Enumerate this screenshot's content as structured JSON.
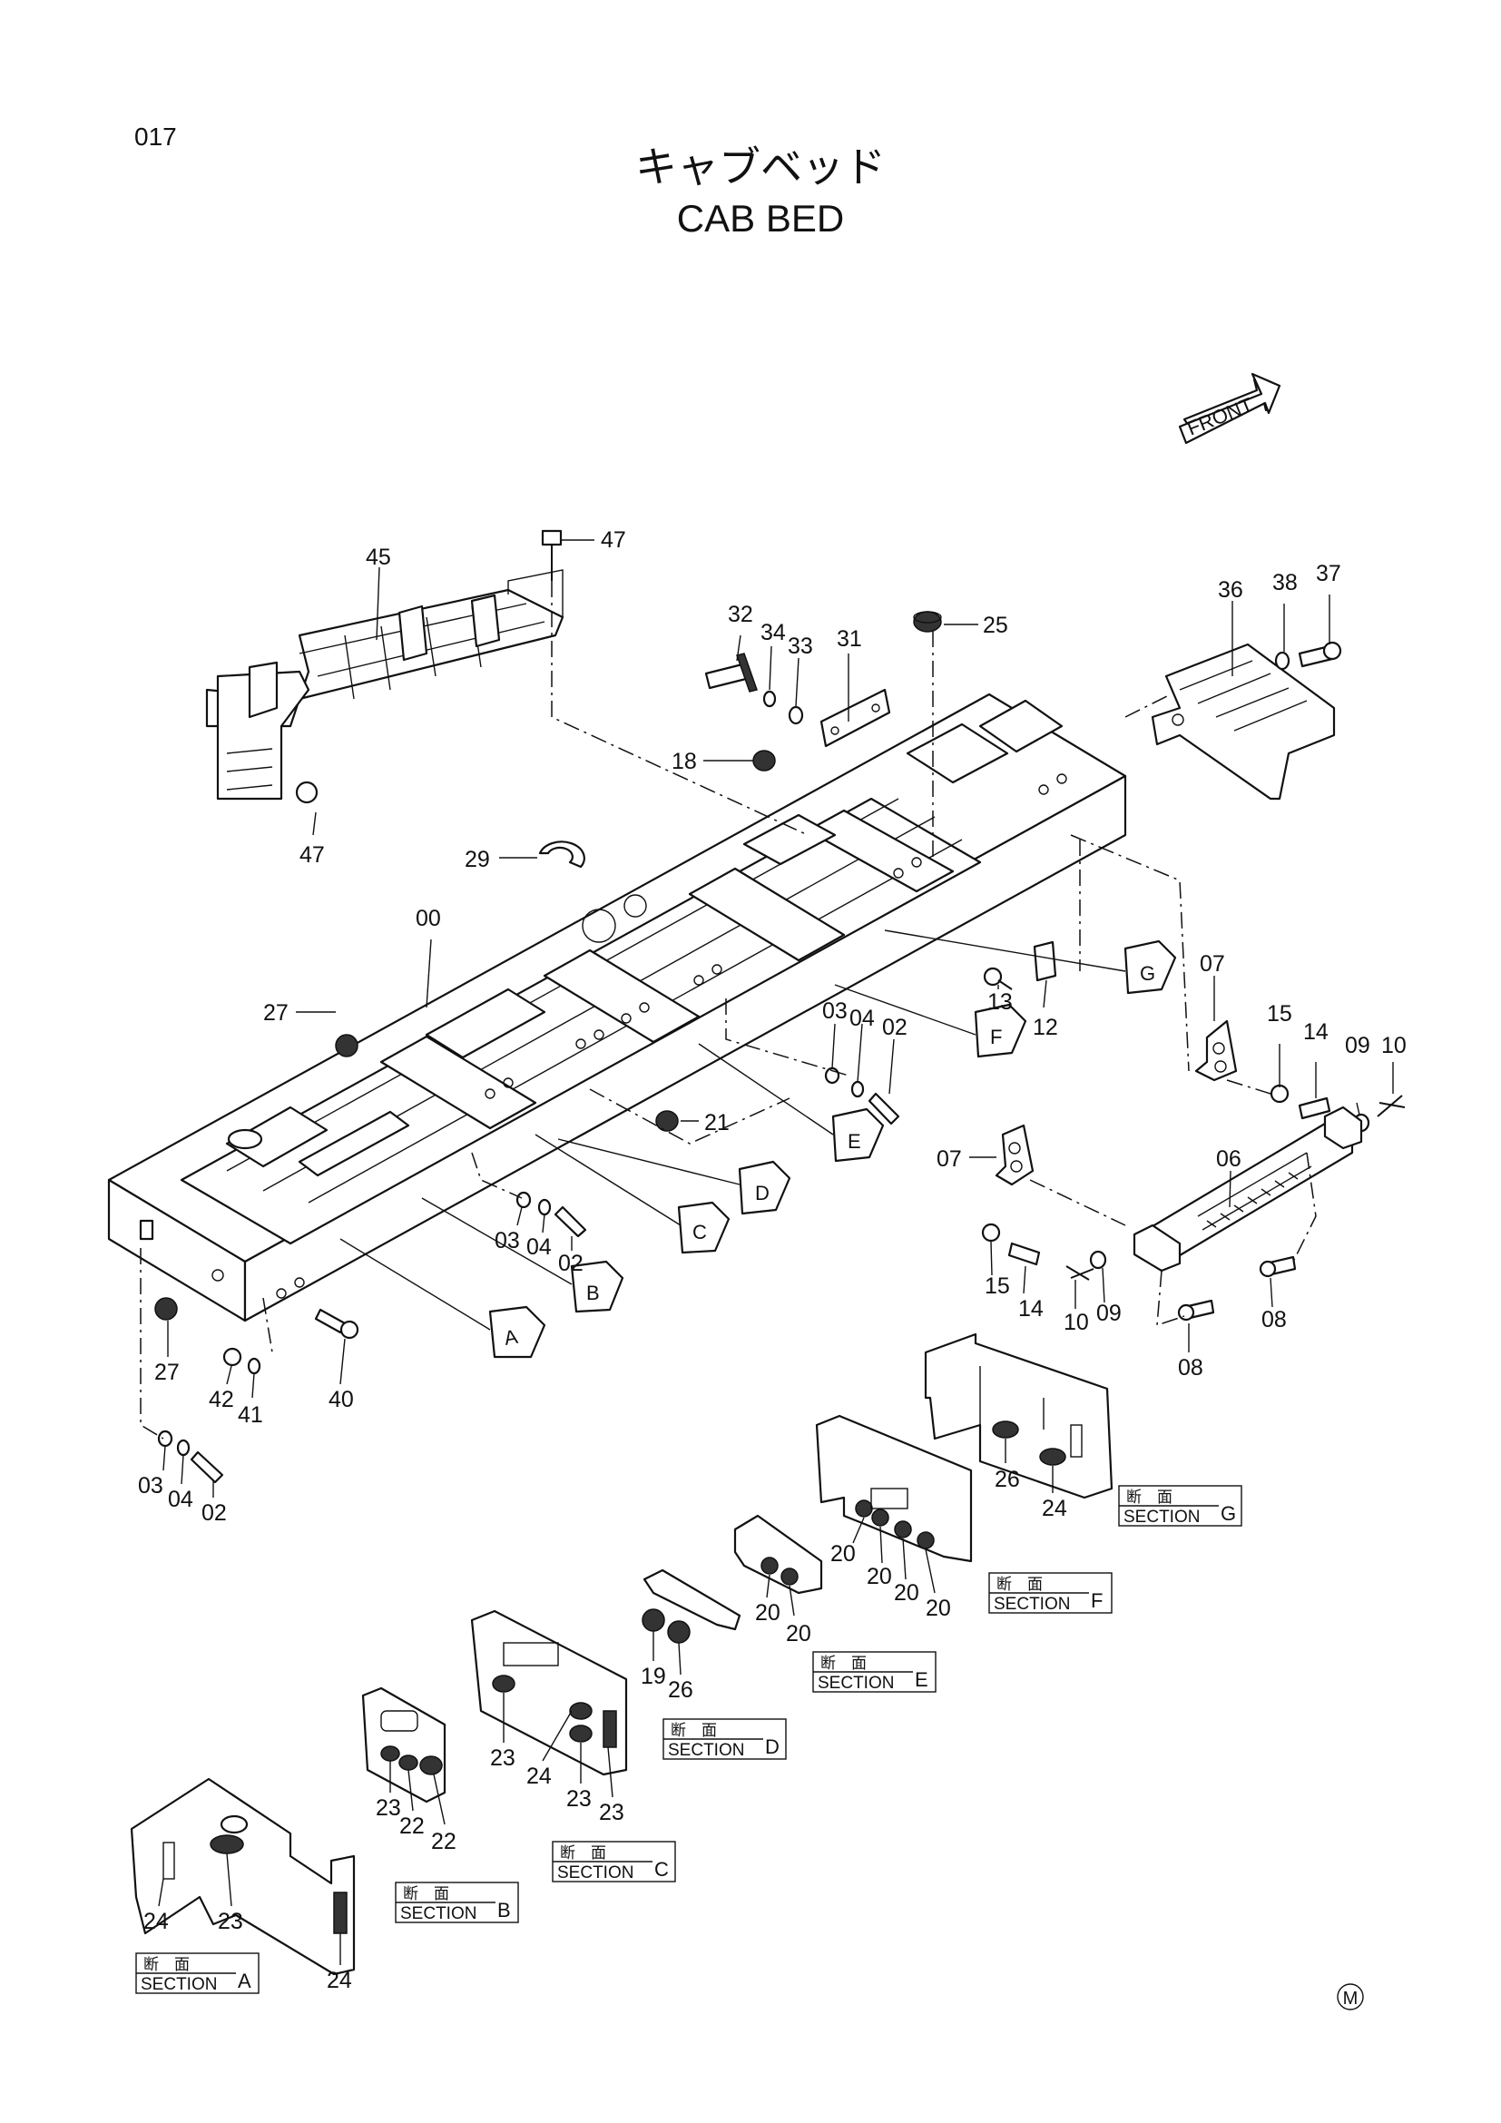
{
  "page": {
    "number": "017",
    "title_jp": "キャブベッド",
    "title_en": "CAB BED",
    "front_label": "FRONT",
    "maker_mark": "M"
  },
  "views": [
    {
      "letter": "A",
      "jp": "断　面",
      "en": "SECTION"
    },
    {
      "letter": "B",
      "jp": "断　面",
      "en": "SECTION"
    },
    {
      "letter": "C",
      "jp": "断　面",
      "en": "SECTION"
    },
    {
      "letter": "D",
      "jp": "断　面",
      "en": "SECTION"
    },
    {
      "letter": "E",
      "jp": "断　面",
      "en": "SECTION"
    },
    {
      "letter": "F",
      "jp": "断　面",
      "en": "SECTION"
    },
    {
      "letter": "G",
      "jp": "断　面",
      "en": "SECTION"
    }
  ],
  "callouts": {
    "p45": "45",
    "p47a": "47",
    "p47b": "47",
    "p32": "32",
    "p34": "34",
    "p33": "33",
    "p31": "31",
    "p25": "25",
    "p36": "36",
    "p38": "38",
    "p37": "37",
    "p18": "18",
    "p29": "29",
    "p00": "00",
    "p27a": "27",
    "p13": "13",
    "p12": "12",
    "p07a": "07",
    "p15a": "15",
    "p14a": "14",
    "p09a": "09",
    "p10a": "10",
    "p03a": "03",
    "p04a": "04",
    "p02a": "02",
    "p21": "21",
    "p03b": "03",
    "p04b": "04",
    "p02b": "02",
    "p07b": "07",
    "p06": "06",
    "p15b": "15",
    "p14b": "14",
    "p10b": "10",
    "p09b": "09",
    "p08a": "08",
    "p08b": "08",
    "p27b": "27",
    "p42": "42",
    "p41": "41",
    "p40": "40",
    "p03c": "03",
    "p04c": "04",
    "p02c": "02",
    "g26": "26",
    "g24": "24",
    "f20a": "20",
    "f20b": "20",
    "f20c": "20",
    "f20d": "20",
    "e20a": "20",
    "e20b": "20",
    "d19": "19",
    "d26": "26",
    "c23a": "23",
    "c24": "24",
    "c23b": "23",
    "c23c": "23",
    "b23": "23",
    "b22a": "22",
    "b22b": "22",
    "a24a": "24",
    "a23": "23",
    "a24b": "24"
  }
}
